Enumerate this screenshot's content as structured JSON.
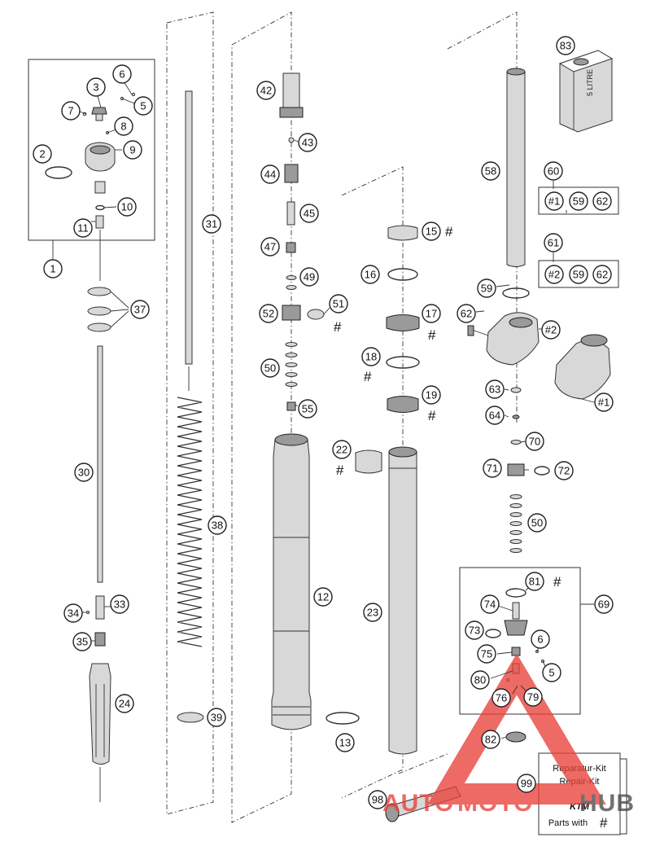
{
  "callouts": [
    "1",
    "2",
    "3",
    "5",
    "6",
    "7",
    "8",
    "9",
    "10",
    "11",
    "12",
    "13",
    "15",
    "16",
    "17",
    "18",
    "19",
    "22",
    "23",
    "24",
    "30",
    "31",
    "33",
    "34",
    "35",
    "37",
    "38",
    "39",
    "42",
    "43",
    "44",
    "45",
    "47",
    "49",
    "50",
    "51",
    "52",
    "55",
    "58",
    "59",
    "60",
    "61",
    "62",
    "63",
    "64",
    "69",
    "70",
    "71",
    "72",
    "73",
    "74",
    "75",
    "76",
    "79",
    "80",
    "81",
    "82",
    "83",
    "98",
    "99"
  ],
  "aux_labels": {
    "hash": "#",
    "ref1": "#1",
    "ref2": "#2",
    "kit_60": [
      "#1",
      "59",
      "62"
    ],
    "kit_61": [
      "#2",
      "59",
      "62"
    ],
    "can_label": "5 LITRE"
  },
  "repair_kit": {
    "line1": "Reparatur-Kit",
    "line2": "Repair-Kit",
    "brand": "KTM",
    "parts_with": "Parts with",
    "hash": "#"
  },
  "watermark": {
    "part1": "AUTO",
    "part2": "MOTO",
    "part3": "HUB"
  },
  "colors": {
    "watermark_red": "#e8413a",
    "watermark_grey": "#4a4a4a",
    "line": "#333333"
  }
}
